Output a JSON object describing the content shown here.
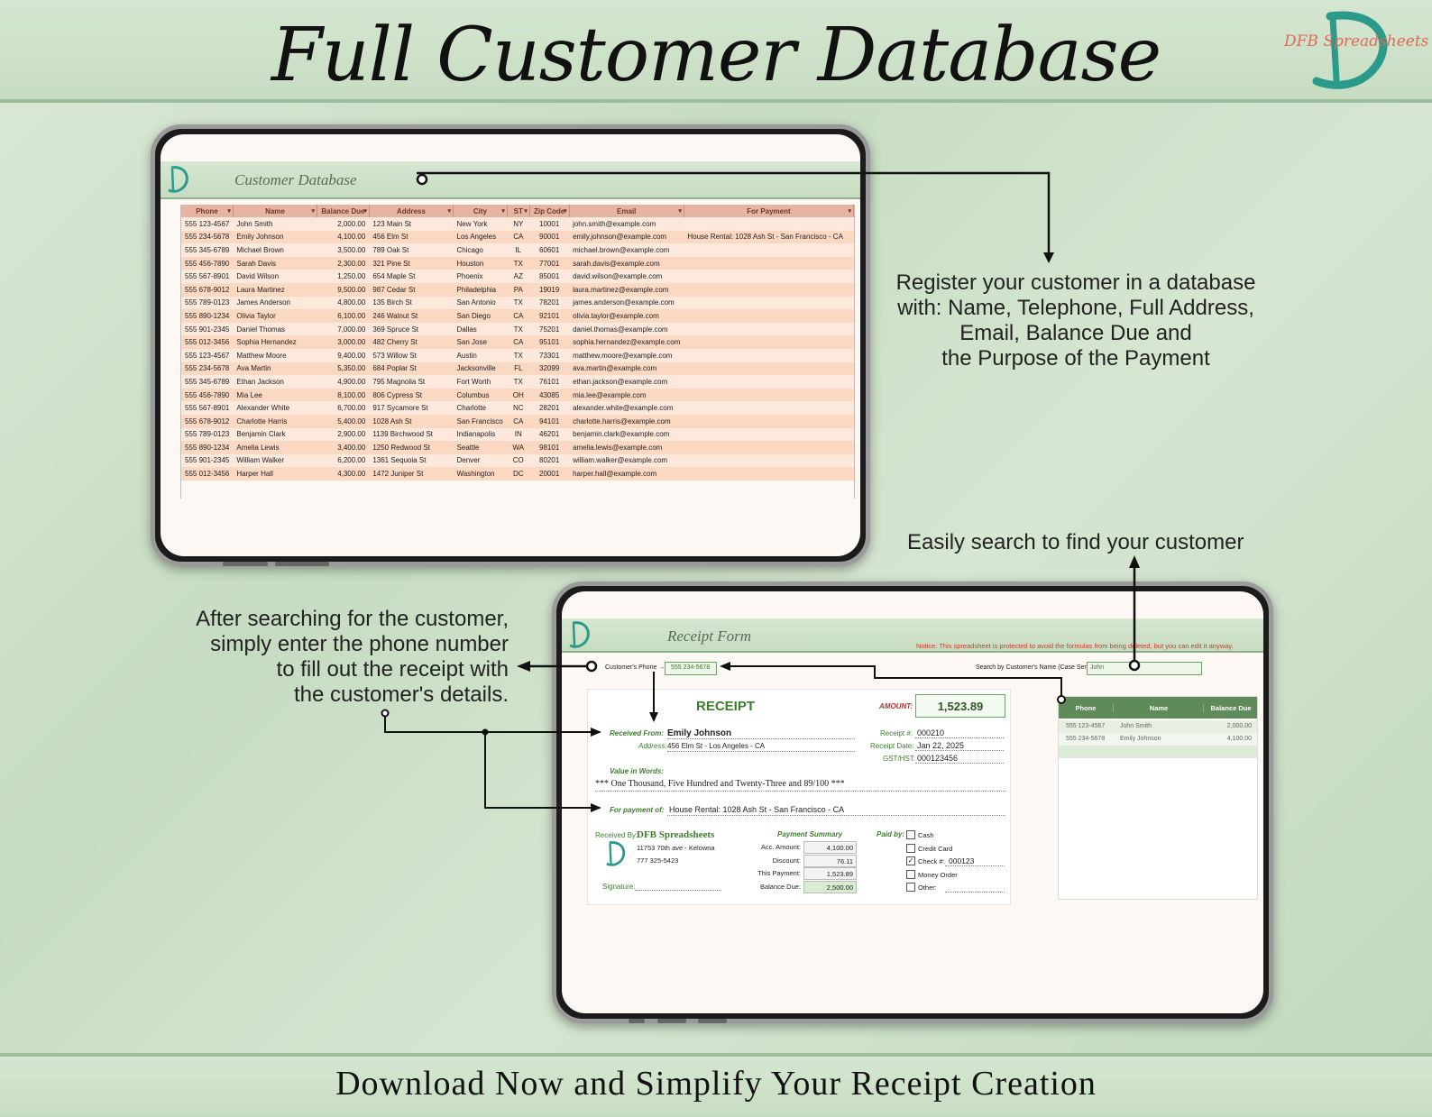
{
  "header": {
    "title": "Full Customer Database",
    "logo_text": "DFB Spreadsheets"
  },
  "footer": {
    "text": "Download Now and Simplify Your Receipt Creation"
  },
  "colors": {
    "accent_green": "#3e7d2f",
    "table_header": "#e7b3a3",
    "row_light": "#fde9dc",
    "row_dark": "#fbd8c2"
  },
  "database": {
    "title": "Customer Database",
    "columns": [
      "Phone",
      "Name",
      "Balance Due",
      "Address",
      "City",
      "ST",
      "Zip Code",
      "Email",
      "For Payment"
    ],
    "rows": [
      [
        "555 123-4567",
        "John Smith",
        "2,000.00",
        "123 Main St",
        "New York",
        "NY",
        "10001",
        "john.smith@example.com",
        ""
      ],
      [
        "555 234-5678",
        "Emily Johnson",
        "4,100.00",
        "456 Elm St",
        "Los Angeles",
        "CA",
        "90001",
        "emily.johnson@example.com",
        "House Rental: 1028 Ash St - San Francisco - CA"
      ],
      [
        "555 345-6789",
        "Michael Brown",
        "3,500.00",
        "789 Oak St",
        "Chicago",
        "IL",
        "60601",
        "michael.brown@example.com",
        ""
      ],
      [
        "555 456-7890",
        "Sarah Davis",
        "2,300.00",
        "321 Pine St",
        "Houston",
        "TX",
        "77001",
        "sarah.davis@example.com",
        ""
      ],
      [
        "555 567-8901",
        "David Wilson",
        "1,250.00",
        "654 Maple St",
        "Phoenix",
        "AZ",
        "85001",
        "david.wilson@example.com",
        ""
      ],
      [
        "555 678-9012",
        "Laura Martinez",
        "9,500.00",
        "987 Cedar St",
        "Philadelphia",
        "PA",
        "19019",
        "laura.martinez@example.com",
        ""
      ],
      [
        "555 789-0123",
        "James Anderson",
        "4,800.00",
        "135 Birch St",
        "San Antonio",
        "TX",
        "78201",
        "james.anderson@example.com",
        ""
      ],
      [
        "555 890-1234",
        "Olivia Taylor",
        "6,100.00",
        "246 Walnut St",
        "San Diego",
        "CA",
        "92101",
        "olivia.taylor@example.com",
        ""
      ],
      [
        "555 901-2345",
        "Daniel Thomas",
        "7,000.00",
        "369 Spruce St",
        "Dallas",
        "TX",
        "75201",
        "daniel.thomas@example.com",
        ""
      ],
      [
        "555 012-3456",
        "Sophia Hernandez",
        "3,000.00",
        "482 Cherry St",
        "San Jose",
        "CA",
        "95101",
        "sophia.hernandez@example.com",
        ""
      ],
      [
        "555 123-4567",
        "Matthew Moore",
        "9,400.00",
        "573 Willow St",
        "Austin",
        "TX",
        "73301",
        "matthew.moore@example.com",
        ""
      ],
      [
        "555 234-5678",
        "Ava Martin",
        "5,350.00",
        "684 Poplar St",
        "Jacksonville",
        "FL",
        "32099",
        "ava.martin@example.com",
        ""
      ],
      [
        "555 345-6789",
        "Ethan Jackson",
        "4,900.00",
        "795 Magnolia St",
        "Fort Worth",
        "TX",
        "76101",
        "ethan.jackson@example.com",
        ""
      ],
      [
        "555 456-7890",
        "Mia Lee",
        "8,100.00",
        "806 Cypress St",
        "Columbus",
        "OH",
        "43085",
        "mia.lee@example.com",
        ""
      ],
      [
        "555 567-8901",
        "Alexander White",
        "6,700.00",
        "917 Sycamore St",
        "Charlotte",
        "NC",
        "28201",
        "alexander.white@example.com",
        ""
      ],
      [
        "555 678-9012",
        "Charlotte Harris",
        "5,400.00",
        "1028 Ash St",
        "San Francisco",
        "CA",
        "94101",
        "charlotte.harris@example.com",
        ""
      ],
      [
        "555 789-0123",
        "Benjamin Clark",
        "2,900.00",
        "1139 Birchwood St",
        "Indianapolis",
        "IN",
        "46201",
        "benjamin.clark@example.com",
        ""
      ],
      [
        "555 890-1234",
        "Amelia Lewis",
        "3,400.00",
        "1250 Redwood St",
        "Seattle",
        "WA",
        "98101",
        "amelia.lewis@example.com",
        ""
      ],
      [
        "555 901-2345",
        "William Walker",
        "6,200.00",
        "1361 Sequoia St",
        "Denver",
        "CO",
        "80201",
        "william.walker@example.com",
        ""
      ],
      [
        "555 012-3456",
        "Harper Hall",
        "4,300.00",
        "1472 Juniper St",
        "Washington",
        "DC",
        "20001",
        "harper.hall@example.com",
        ""
      ]
    ]
  },
  "callouts": {
    "register_lines": [
      "Register your customer in a database",
      "with: Name, Telephone, Full Address,",
      "Email, Balance Due and",
      "the Purpose of the Payment"
    ],
    "search": "Easily search to find your customer",
    "after_lines": [
      "After searching for the customer,",
      "simply enter the phone number",
      "to fill out the receipt with",
      "the customer's details."
    ]
  },
  "receipt": {
    "title": "Receipt Form",
    "notice": "Notice: This spreadsheet is protected to avoid the formulas from being deleted, but you can edit it anyway.",
    "phone_label": "Customer's Phone →",
    "phone_value": "555 234-5678",
    "search_label": "Search by Customer's Name (Case Sensitive) →",
    "search_value": "John",
    "heading": "RECEIPT",
    "amount_label": "AMOUNT:",
    "amount_value": "1,523.89",
    "received_from_label": "Received From:",
    "received_from": "Emily Johnson",
    "address_label": "Address:",
    "address": "456 Elm St - Los Angeles - CA",
    "receipt_no_label": "Receipt #:",
    "receipt_no": "000210",
    "receipt_date_label": "Receipt Date:",
    "receipt_date": "Jan 22, 2025",
    "gst_label": "GST/HST:",
    "gst": "000123456",
    "words_label": "Value in Words:",
    "words": "*** One Thousand, Five Hundred and Twenty-Three and 89/100 ***",
    "payment_for_label": "For payment of:",
    "payment_for": "House Rental: 1028 Ash St - San Francisco - CA",
    "received_by_label": "Received By:",
    "company": "DFB Spreadsheets",
    "company_address": "11753 70th ave - Kelowna",
    "company_phone": "777 325-5423",
    "signature_label": "Signature:",
    "summary_title": "Payment Summary",
    "summary": [
      {
        "label": "Acc. Amount:",
        "value": "4,100.00"
      },
      {
        "label": "Discount:",
        "value": "76.11"
      },
      {
        "label": "This Payment:",
        "value": "1,523.89"
      },
      {
        "label": "Balance Due:",
        "value": "2,500.00"
      }
    ],
    "paid_by_label": "Paid by:",
    "paid_options": [
      {
        "label": "Cash",
        "checked": false
      },
      {
        "label": "Credit Card",
        "checked": false
      },
      {
        "label": "Check #:",
        "checked": true,
        "extra": "000123"
      },
      {
        "label": "Money Order",
        "checked": false
      },
      {
        "label": "Other:",
        "checked": false
      }
    ],
    "search_results": {
      "columns": [
        "Phone",
        "Name",
        "Balance Due"
      ],
      "rows": [
        [
          "555 123-4567",
          "John Smith",
          "2,000.00"
        ],
        [
          "555 234-5678",
          "Emily Johnson",
          "4,100.00"
        ]
      ]
    }
  }
}
